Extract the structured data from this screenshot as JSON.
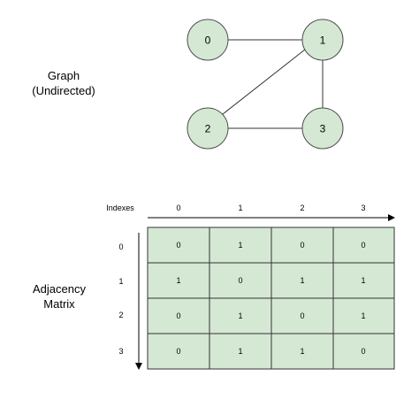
{
  "graph": {
    "label_line1": "Graph",
    "label_line2": "(Undirected)",
    "nodes": [
      "0",
      "1",
      "2",
      "3"
    ],
    "edges": [
      [
        "0",
        "1"
      ],
      [
        "1",
        "2"
      ],
      [
        "1",
        "3"
      ],
      [
        "2",
        "3"
      ]
    ],
    "node_fill": "#d5e8d4",
    "node_stroke": "#4d4d4d"
  },
  "matrix": {
    "label_line1": "Adjacency",
    "label_line2": "Matrix",
    "indexes_label": "Indexes",
    "column_headers": [
      "0",
      "1",
      "2",
      "3"
    ],
    "row_headers": [
      "0",
      "1",
      "2",
      "3"
    ],
    "cells": [
      [
        "0",
        "1",
        "0",
        "0"
      ],
      [
        "1",
        "0",
        "1",
        "1"
      ],
      [
        "0",
        "1",
        "0",
        "1"
      ],
      [
        "0",
        "1",
        "1",
        "0"
      ]
    ],
    "cell_fill": "#d5e8d4",
    "cell_stroke": "#333333"
  }
}
